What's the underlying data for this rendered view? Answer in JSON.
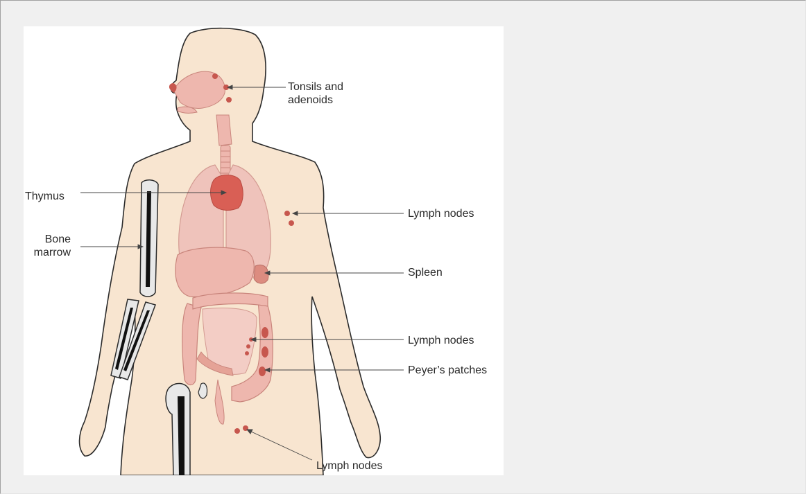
{
  "diagram": {
    "labels": {
      "tonsils": "Tonsils and\nadenoids",
      "thymus": "Thymus",
      "bone_marrow": "Bone\nmarrow",
      "lymph_nodes_upper": "Lymph nodes",
      "spleen": "Spleen",
      "lymph_nodes_middle": "Lymph nodes",
      "peyers_patches": "Peyer’s patches",
      "lymph_nodes_lower": "Lymph nodes"
    },
    "colors": {
      "skin": "#f8e5d0",
      "outline": "#2b2b2b",
      "organ": "#eeb7ae",
      "organ_dark": "#dc8c80",
      "thymus": "#d95f55",
      "node": "#c7574e",
      "bone": "#e8e8e8",
      "marrow": "#111111"
    }
  }
}
